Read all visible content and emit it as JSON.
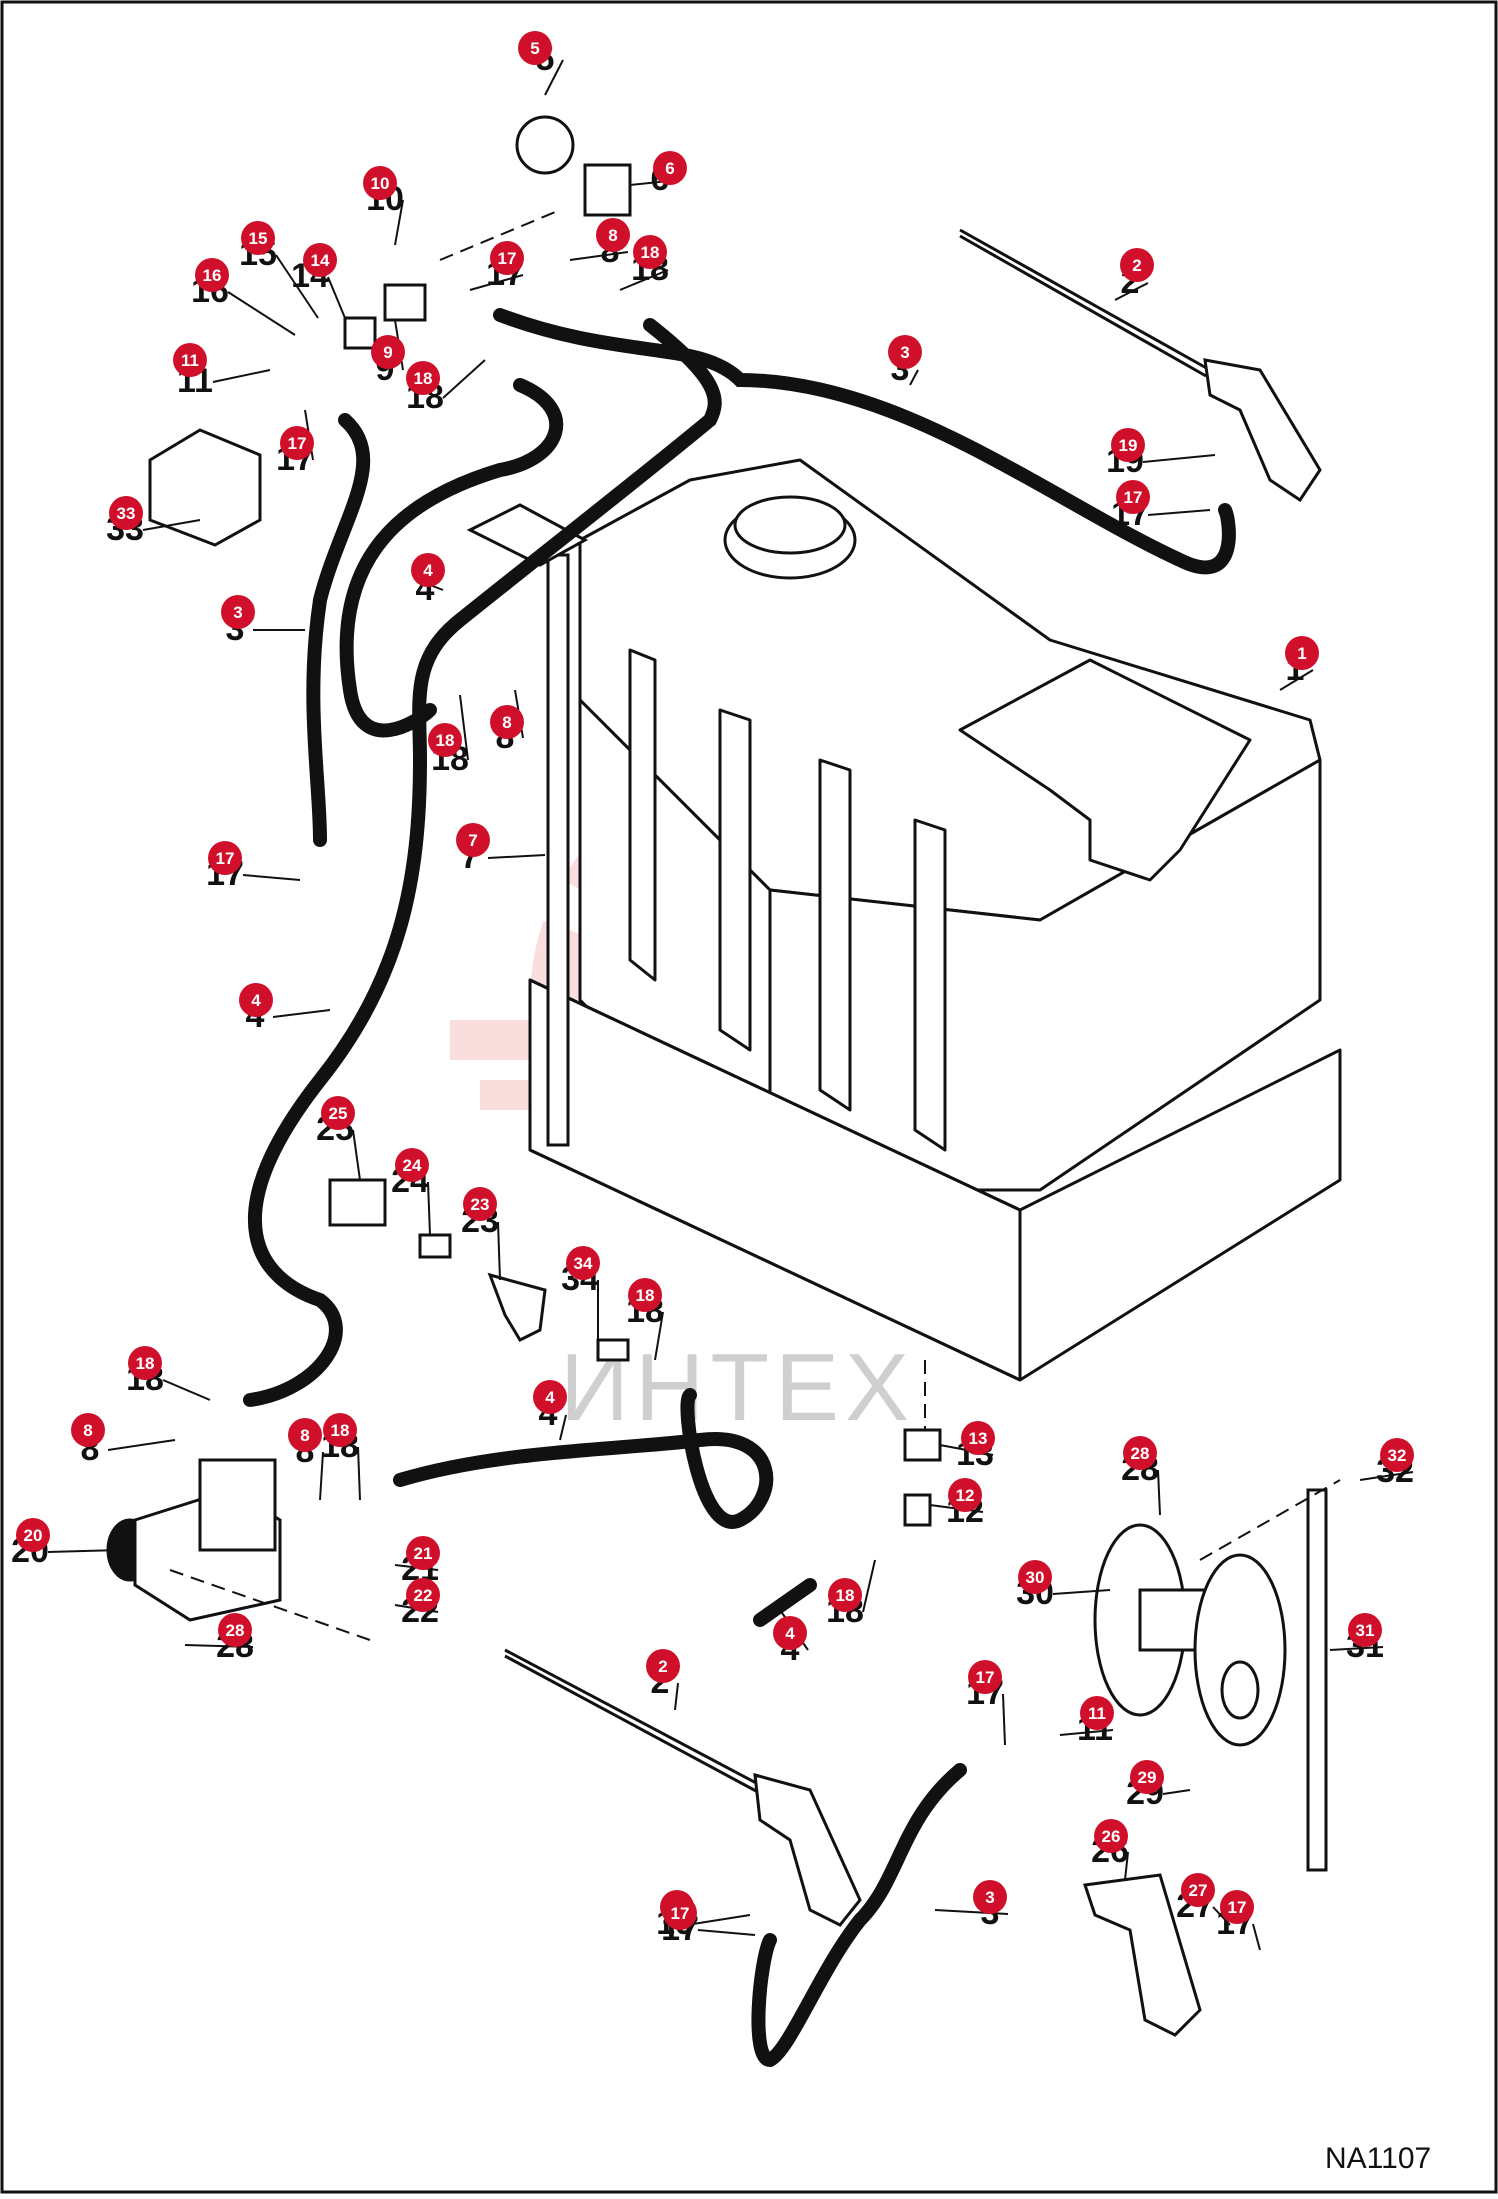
{
  "drawing_id": "NA1107",
  "watermark": {
    "text": "ИНТЕХ",
    "color": "#f2a0a0"
  },
  "colors": {
    "badge": "#d0102a",
    "badge_text": "#ffffff",
    "line": "#111111",
    "hose": "#111111",
    "frame": "#111111"
  },
  "callouts": [
    {
      "id": "c5",
      "num": "5"
    },
    {
      "id": "c6",
      "num": "6"
    },
    {
      "id": "c10",
      "num": "10"
    },
    {
      "id": "c15",
      "num": "15"
    },
    {
      "id": "c14",
      "num": "14"
    },
    {
      "id": "c16",
      "num": "16"
    },
    {
      "id": "c8a",
      "num": "8"
    },
    {
      "id": "c18a",
      "num": "18"
    },
    {
      "id": "c17a",
      "num": "17"
    },
    {
      "id": "c9",
      "num": "9"
    },
    {
      "id": "c18b",
      "num": "18"
    },
    {
      "id": "c11a",
      "num": "11"
    },
    {
      "id": "c17b",
      "num": "17"
    },
    {
      "id": "c2a",
      "num": "2"
    },
    {
      "id": "c3a",
      "num": "3"
    },
    {
      "id": "c33",
      "num": "33"
    },
    {
      "id": "c19a",
      "num": "19"
    },
    {
      "id": "c17c",
      "num": "17"
    },
    {
      "id": "c3b",
      "num": "3"
    },
    {
      "id": "c4a",
      "num": "4"
    },
    {
      "id": "c1",
      "num": "1"
    },
    {
      "id": "c18c",
      "num": "18"
    },
    {
      "id": "c8b",
      "num": "8"
    },
    {
      "id": "c7",
      "num": "7"
    },
    {
      "id": "c17d",
      "num": "17"
    },
    {
      "id": "c4b",
      "num": "4"
    },
    {
      "id": "c25",
      "num": "25"
    },
    {
      "id": "c24",
      "num": "24"
    },
    {
      "id": "c23",
      "num": "23"
    },
    {
      "id": "c34",
      "num": "34"
    },
    {
      "id": "c18d",
      "num": "18"
    },
    {
      "id": "c18e",
      "num": "18"
    },
    {
      "id": "c4c",
      "num": "4"
    },
    {
      "id": "c8c",
      "num": "8"
    },
    {
      "id": "c8d",
      "num": "8"
    },
    {
      "id": "c18f",
      "num": "18"
    },
    {
      "id": "c13",
      "num": "13"
    },
    {
      "id": "c12",
      "num": "12"
    },
    {
      "id": "c28a",
      "num": "28"
    },
    {
      "id": "c32",
      "num": "32"
    },
    {
      "id": "c20",
      "num": "20"
    },
    {
      "id": "c21",
      "num": "21"
    },
    {
      "id": "c22",
      "num": "22"
    },
    {
      "id": "c28b",
      "num": "28"
    },
    {
      "id": "c18g",
      "num": "18"
    },
    {
      "id": "c4d",
      "num": "4"
    },
    {
      "id": "c30",
      "num": "30"
    },
    {
      "id": "c31",
      "num": "31"
    },
    {
      "id": "c2b",
      "num": "2"
    },
    {
      "id": "c17e",
      "num": "17"
    },
    {
      "id": "c11b",
      "num": "11"
    },
    {
      "id": "c29",
      "num": "29"
    },
    {
      "id": "c26",
      "num": "26"
    },
    {
      "id": "c19b",
      "num": "19"
    },
    {
      "id": "c27",
      "num": "27"
    },
    {
      "id": "c17f",
      "num": "17"
    },
    {
      "id": "c17g",
      "num": "17"
    },
    {
      "id": "c3c",
      "num": "3"
    }
  ]
}
